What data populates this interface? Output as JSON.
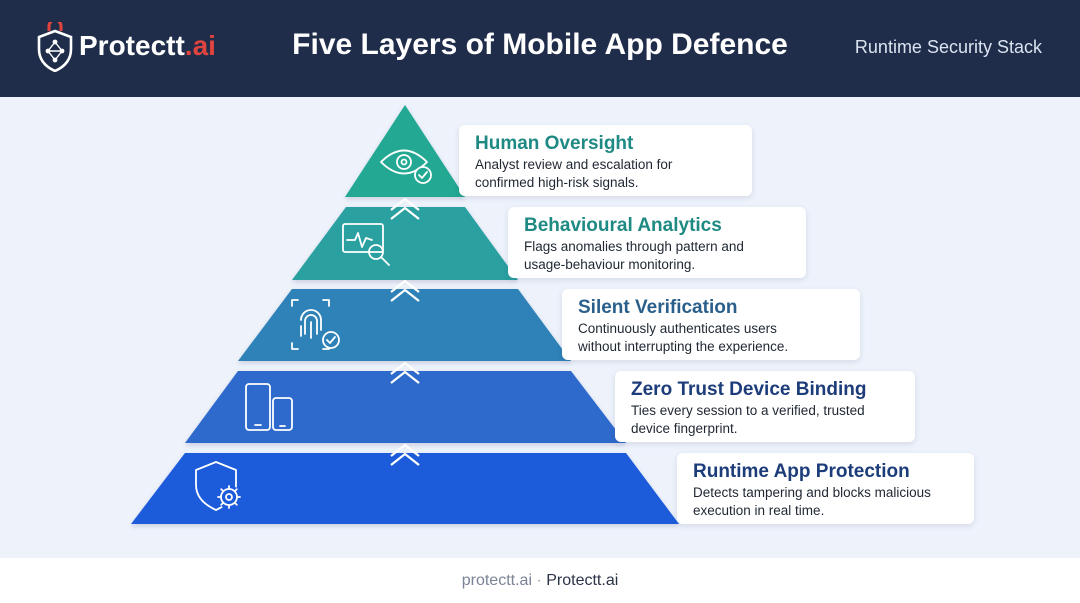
{
  "header": {
    "brand_main": "Protectt",
    "brand_suffix": ".ai",
    "title": "Five Layers of Mobile App Defence",
    "subtitle": "Runtime Security Stack"
  },
  "layers": [
    {
      "title": "Human Oversight",
      "line1": "Analyst review and escalation for",
      "line2": "confirmed high-risk signals.",
      "icon": "eye-check-icon",
      "color": "#21a893"
    },
    {
      "title": "Behavioural Analytics",
      "line1": "Flags anomalies through pattern and",
      "line2": "usage-behaviour monitoring.",
      "icon": "monitor-magnifier-icon",
      "color": "#2aa0a0"
    },
    {
      "title": "Silent Verification",
      "line1": "Continuously authenticates users",
      "line2": "without interrupting the experience.",
      "icon": "fingerprint-check-icon",
      "color": "#2e82b7"
    },
    {
      "title": "Zero Trust Device Binding",
      "line1": "Ties every session to a verified, trusted",
      "line2": "device fingerprint.",
      "icon": "tablet-phone-icon",
      "color": "#2d6bcb"
    },
    {
      "title": "Runtime App Protection",
      "line1": "Detects tampering and blocks malicious",
      "line2": "execution in real time.",
      "icon": "shield-gear-icon",
      "color": "#1c5bdb"
    }
  ],
  "footer": {
    "site": "protectt.ai",
    "separator": "·",
    "brand": "Protectt.ai"
  },
  "colors": {
    "header_bg": "#1f2d4a",
    "canvas_bg": "#edf2fb",
    "accent_red": "#e0443e"
  }
}
